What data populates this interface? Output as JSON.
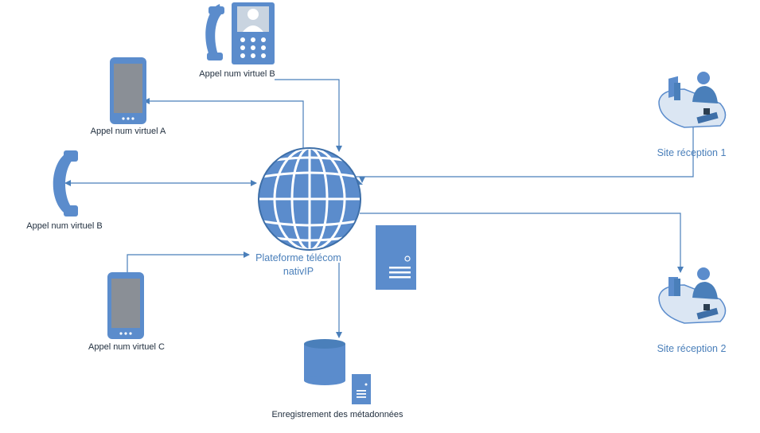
{
  "nodes": {
    "deskphone_b": {
      "label": "Appel num virtuel B",
      "icon": "desk-phone-icon"
    },
    "mobile_a": {
      "label": "Appel num virtuel A",
      "icon": "mobile-phone-icon"
    },
    "handset_b": {
      "label": "Appel num virtuel B",
      "icon": "phone-handset-icon"
    },
    "mobile_c": {
      "label": "Appel num virtuel C",
      "icon": "mobile-phone-icon"
    },
    "platform": {
      "label_line1": "Plateforme télécom",
      "label_line2": "nativIP",
      "icon": "globe-icon"
    },
    "server": {
      "icon": "server-icon"
    },
    "database": {
      "label": "Enregistrement des métadonnées",
      "icon": "database-icon"
    },
    "site1": {
      "label": "Site réception 1",
      "icon": "operator-workstation-icon"
    },
    "site2": {
      "label": "Site réception 2",
      "icon": "operator-workstation-icon"
    }
  },
  "colors": {
    "icon": "#5b8ccc",
    "line": "#4a7fba",
    "dark_text": "#1f2d3d"
  }
}
